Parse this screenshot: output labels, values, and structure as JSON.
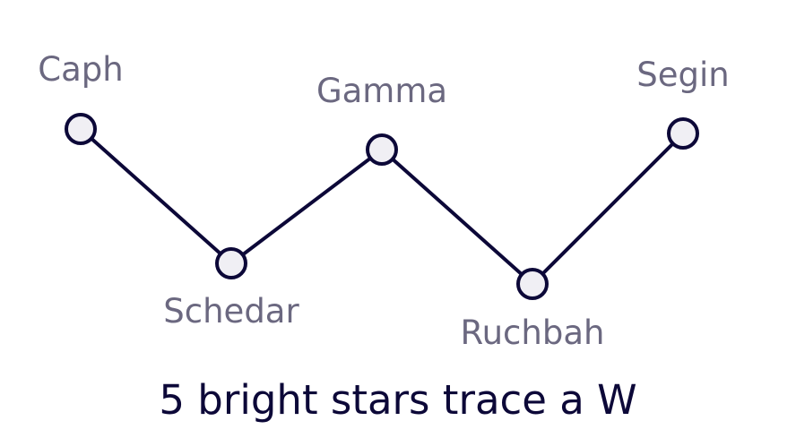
{
  "diagram": {
    "caption": "5 bright stars trace a W",
    "colors": {
      "line": "#0c0838",
      "star_fill": "#f0eff4",
      "label": "#6b6880",
      "caption": "#0c0838"
    },
    "stars": [
      {
        "name": "Caph"
      },
      {
        "name": "Schedar"
      },
      {
        "name": "Gamma"
      },
      {
        "name": "Ruchbah"
      },
      {
        "name": "Segin"
      }
    ]
  }
}
